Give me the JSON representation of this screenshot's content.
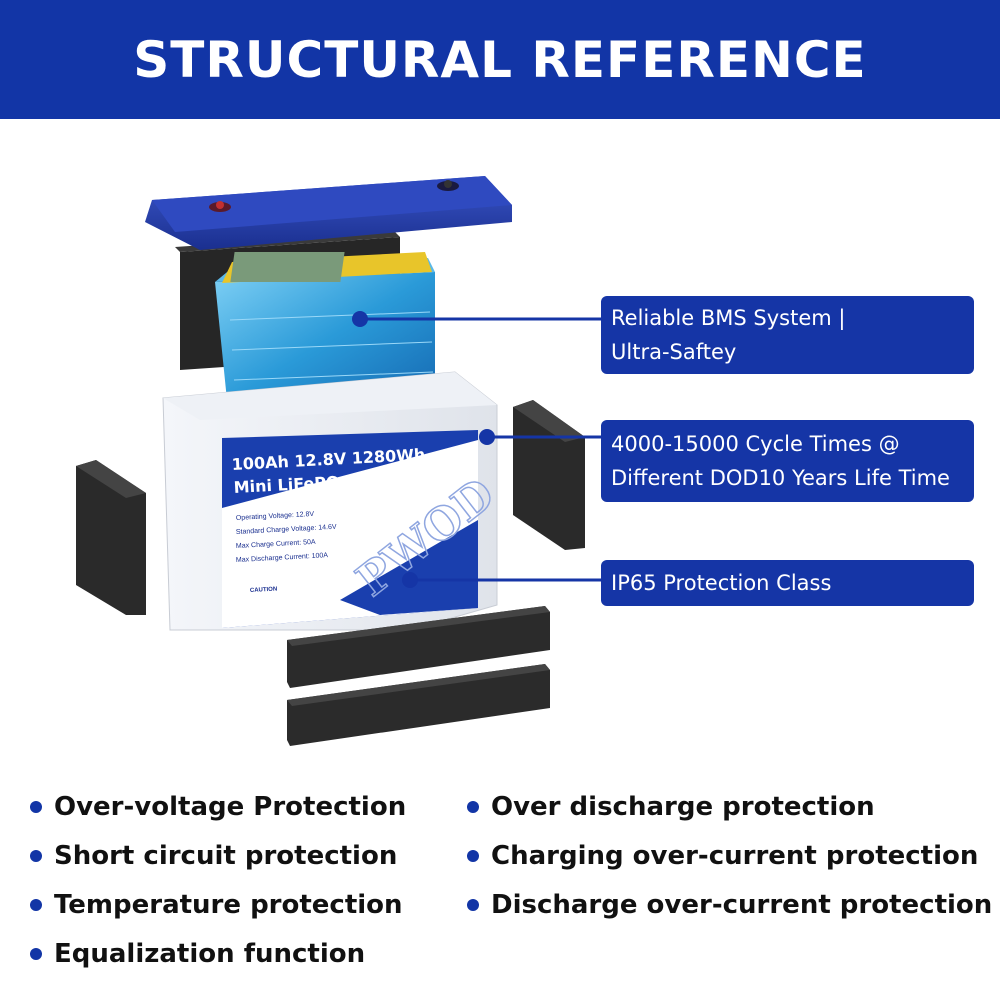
{
  "header": {
    "title": "STRUCTURAL REFERENCE"
  },
  "battery_label": {
    "line1": "100Ah 12.8V 1280Wh",
    "line2": "Mini LiFePO4 Battery",
    "brand": "PWOD",
    "specs": [
      "Operating Voltage: 12.8V",
      "Standard Charge Voltage: 14.6V",
      "Max Charge Current: 50A",
      "Max Discharge Current: 100A"
    ],
    "caution": "CAUTION"
  },
  "callouts": [
    {
      "lines": [
        "Reliable BMS System |",
        "Ultra-Saftey"
      ]
    },
    {
      "lines": [
        "4000-15000 Cycle Times @",
        "Different DOD10 Years Life Time"
      ]
    },
    {
      "lines": [
        "IP65 Protection Class"
      ]
    }
  ],
  "features": {
    "left": [
      "Over-voltage Protection",
      "Short circuit protection",
      "Temperature protection",
      "Equalization function"
    ],
    "right": [
      "Over discharge protection",
      "Charging over-current protection",
      "Discharge over-current protection"
    ]
  },
  "colors": {
    "brand_blue": "#1235a6",
    "callout_blue": "#1535a6",
    "foam": "#2a2a2a"
  }
}
